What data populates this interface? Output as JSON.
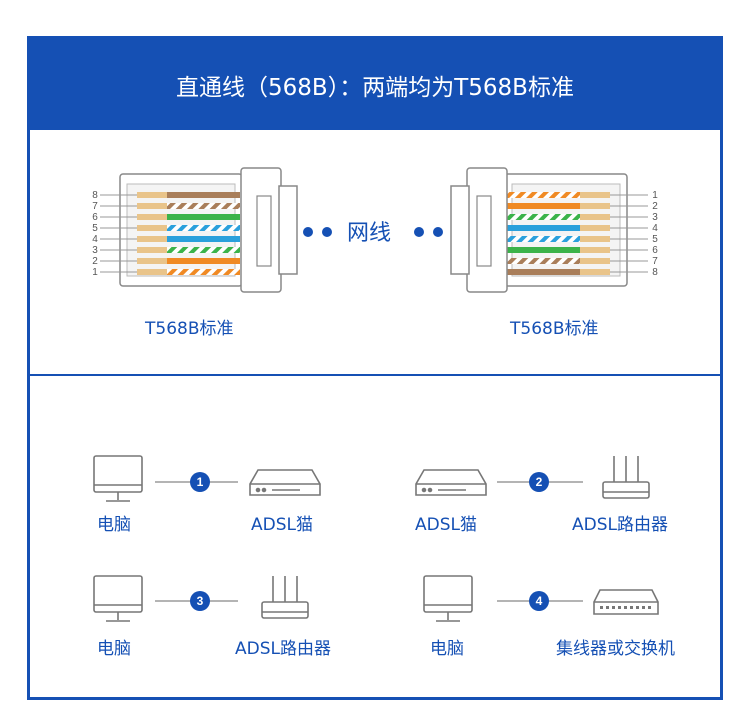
{
  "header": {
    "title": "直通线（568B）：两端均为T568B标准"
  },
  "top": {
    "left_label": "T568B标准",
    "right_label": "T568B标准",
    "cable_label": "网线",
    "left_pins": [
      "8",
      "7",
      "6",
      "5",
      "4",
      "3",
      "2",
      "1"
    ],
    "right_pins": [
      "1",
      "2",
      "3",
      "4",
      "5",
      "6",
      "7",
      "8"
    ]
  },
  "wire_colors": {
    "orange": "#f08a24",
    "green": "#3bb34a",
    "blue": "#2aa0dc",
    "brown": "#a97e5a",
    "stripe": "#e9b97a"
  },
  "accent": "#1550b4",
  "connections": [
    {
      "number": "1",
      "left_label": "电脑",
      "left_icon": "monitor-icon",
      "right_label": "ADSL猫",
      "right_icon": "modem-icon"
    },
    {
      "number": "2",
      "left_label": "ADSL猫",
      "left_icon": "modem-icon",
      "right_label": "ADSL路由器",
      "right_icon": "router-icon"
    },
    {
      "number": "3",
      "left_label": "电脑",
      "left_icon": "monitor-icon",
      "right_label": "ADSL路由器",
      "right_icon": "router-icon"
    },
    {
      "number": "4",
      "left_label": "电脑",
      "left_icon": "monitor-icon",
      "right_label": "集线器或交换机",
      "right_icon": "switch-icon"
    }
  ]
}
